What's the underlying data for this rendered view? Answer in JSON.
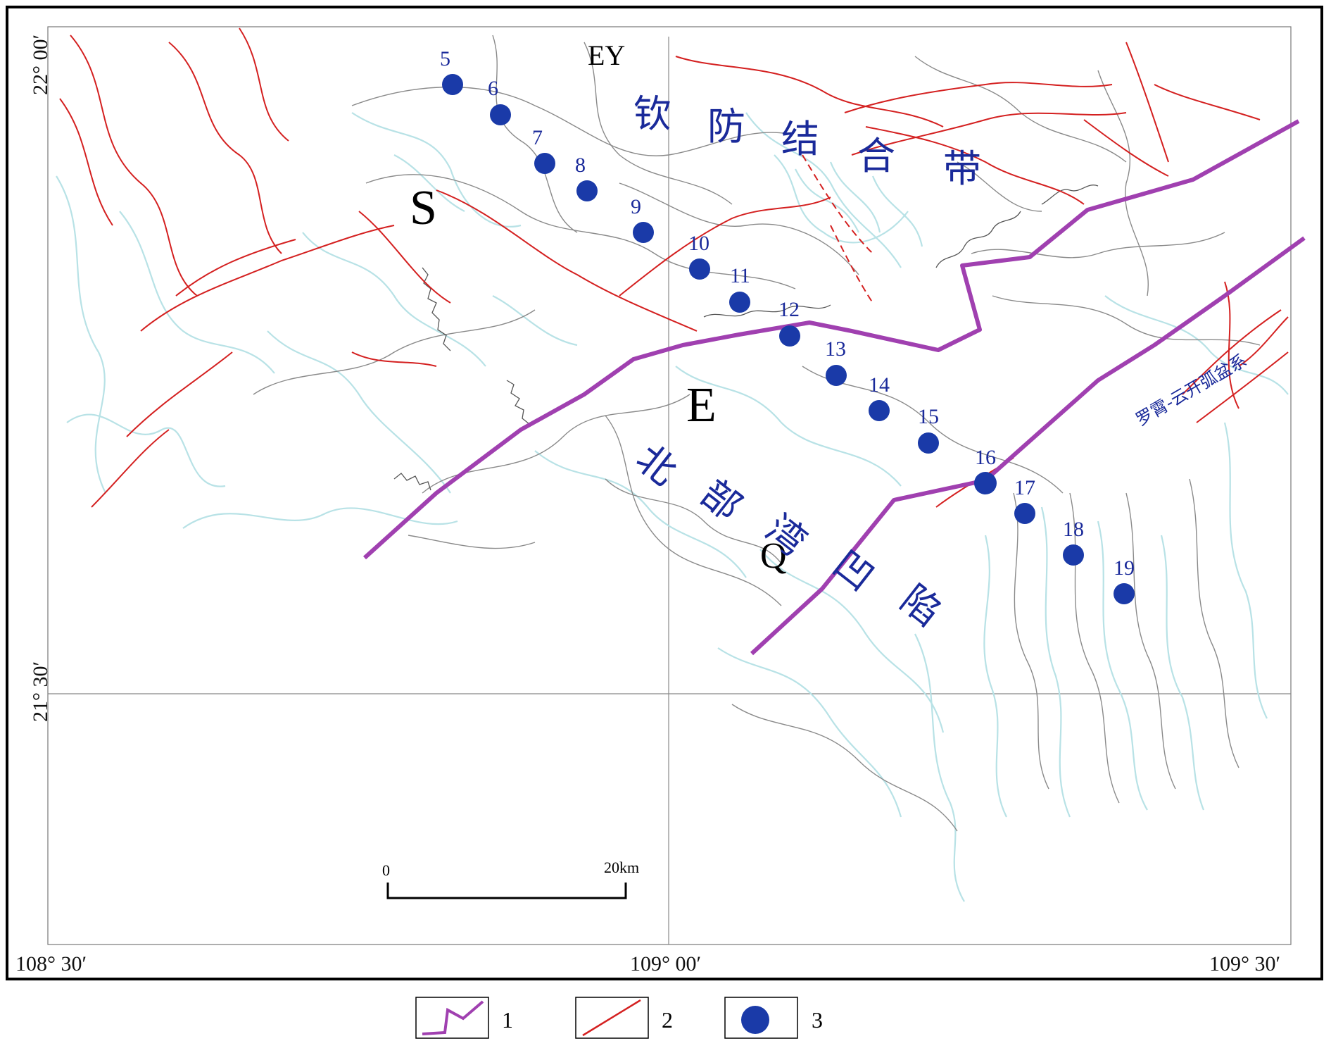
{
  "map": {
    "coords": {
      "lat_top": "22° 00′",
      "lat_mid": "21° 30′",
      "lon_left": "108° 30′",
      "lon_mid": "109° 00′",
      "lon_right": "109° 30′"
    },
    "region_labels": {
      "ey": "EY",
      "s": "S",
      "e": "E",
      "q": "Q"
    },
    "zone_names": {
      "qinfang": [
        "钦",
        "防",
        "结",
        "合",
        "带"
      ],
      "beibuwan": [
        "北",
        "部",
        "湾",
        "凹",
        "陷"
      ],
      "luoyun": "罗霄-云开弧盆系"
    },
    "sites": [
      {
        "label": "5"
      },
      {
        "label": "6"
      },
      {
        "label": "7"
      },
      {
        "label": "8"
      },
      {
        "label": "9"
      },
      {
        "label": "10"
      },
      {
        "label": "11"
      },
      {
        "label": "12"
      },
      {
        "label": "13"
      },
      {
        "label": "14"
      },
      {
        "label": "15"
      },
      {
        "label": "16"
      },
      {
        "label": "17"
      },
      {
        "label": "18"
      },
      {
        "label": "19"
      }
    ],
    "scale_bar": {
      "start": "0",
      "end": "20km"
    }
  },
  "legend": {
    "items": [
      {
        "number": "1",
        "symbol": "boundary-line-icon"
      },
      {
        "number": "2",
        "symbol": "fault-line-icon"
      },
      {
        "number": "3",
        "symbol": "sample-site-icon"
      }
    ]
  },
  "colors": {
    "boundary": "#a040b0",
    "fault": "#d42020",
    "site": "#1a3aa8",
    "water": "#b8e2e6",
    "contour": "#8a8a8a"
  }
}
